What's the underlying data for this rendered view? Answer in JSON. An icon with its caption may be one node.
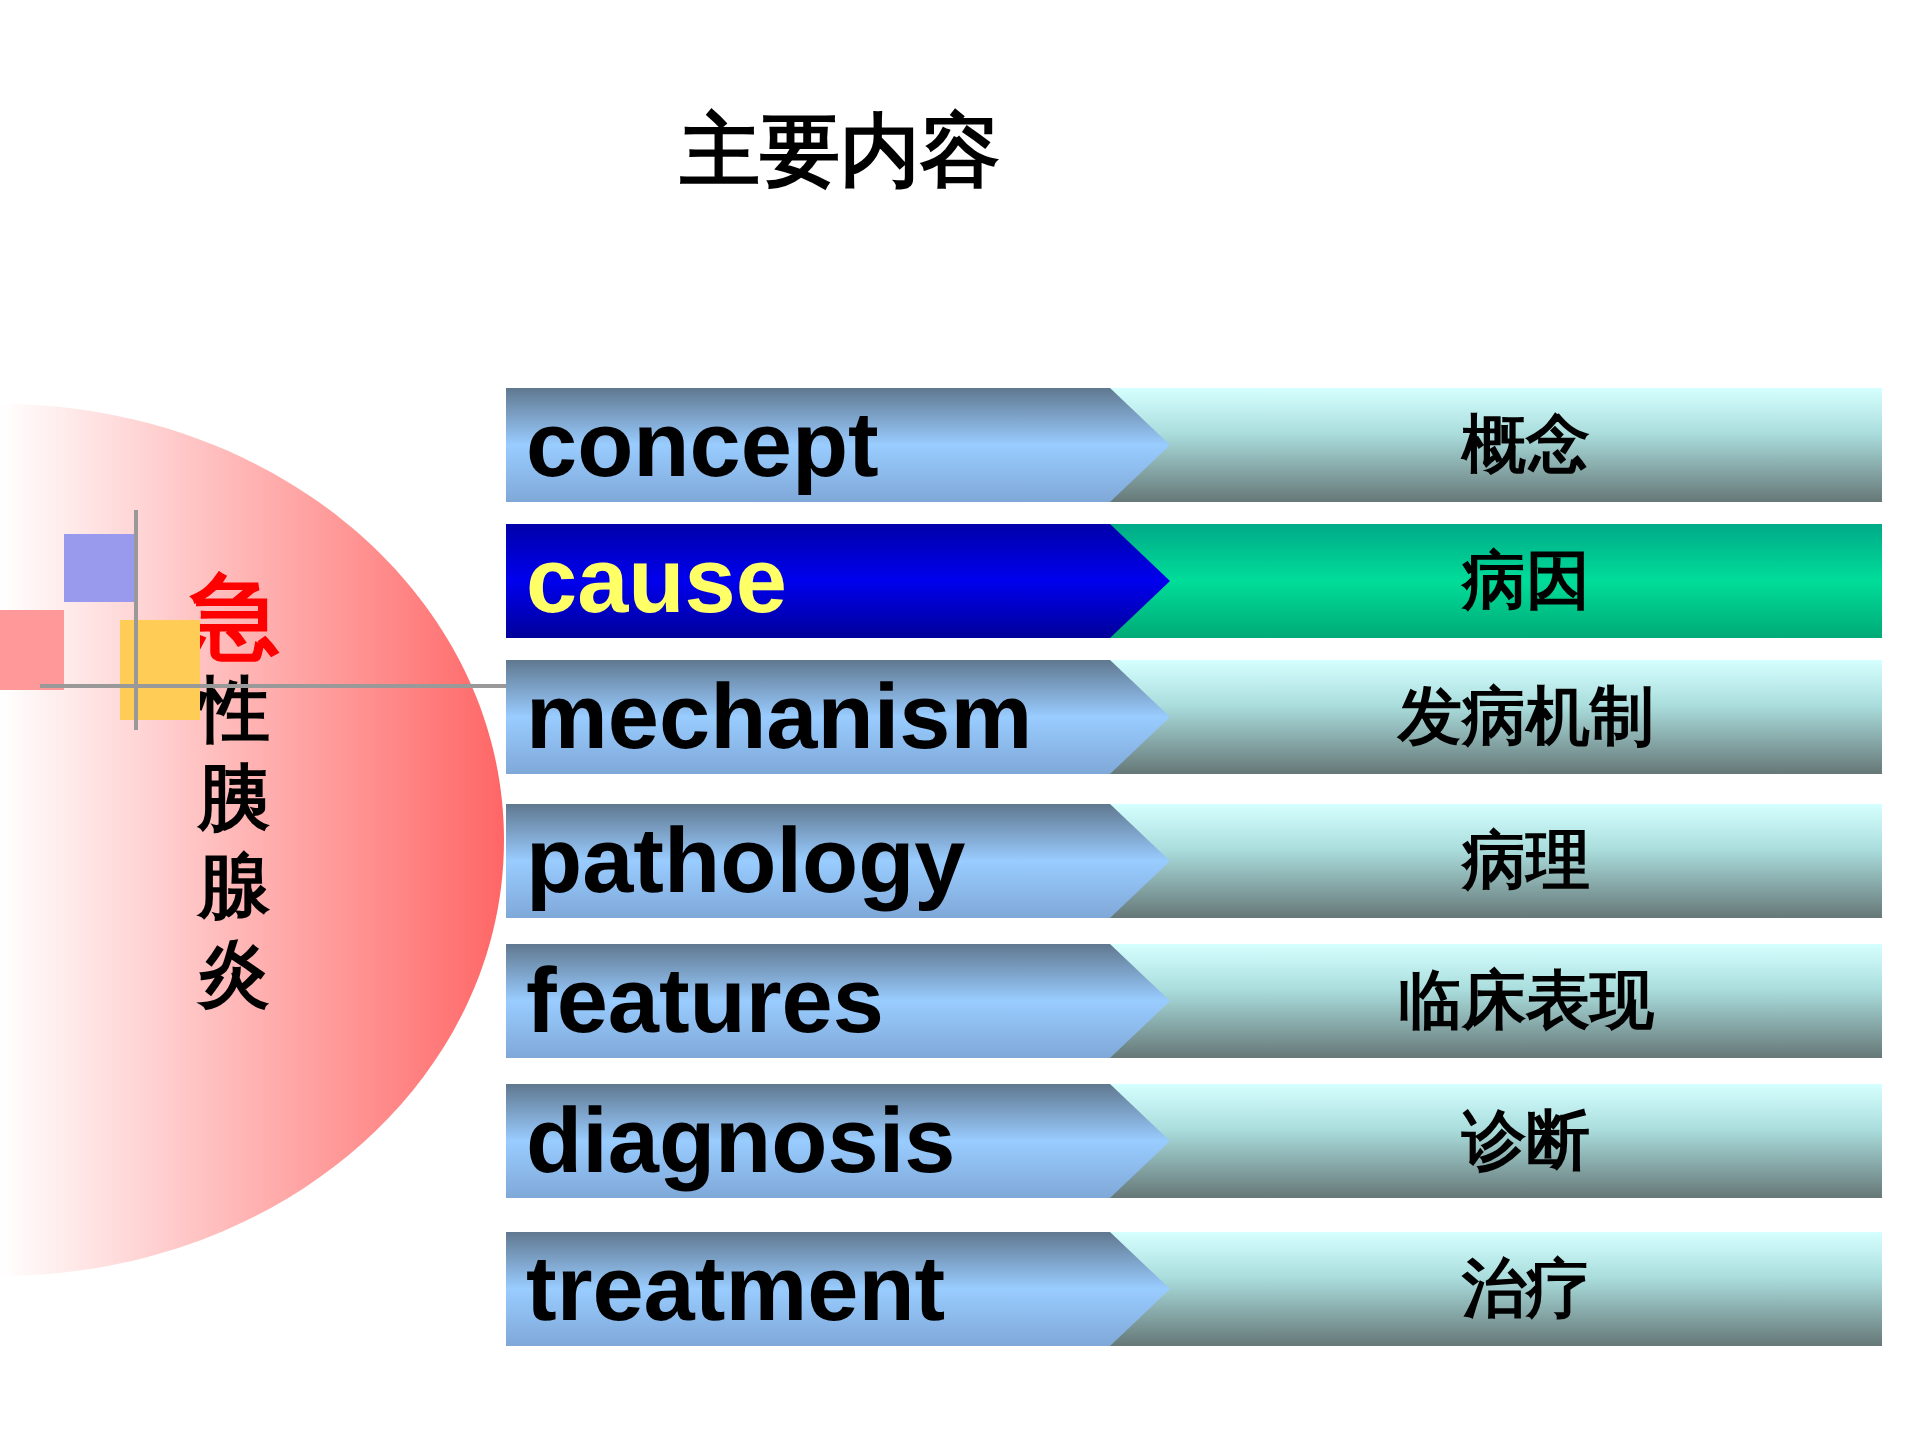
{
  "diagram": {
    "title": "主要内容",
    "nodes": [
      {
        "text": [
          "急性胰腺炎"
        ]
      },
      {
        "text": [
          "concept"
        ]
      },
      {
        "text": [
          "概念"
        ]
      },
      {
        "text": [
          "cause"
        ]
      },
      {
        "text": [
          "病因"
        ]
      },
      {
        "text": [
          "mechanism"
        ]
      },
      {
        "text": [
          "发病机制"
        ]
      },
      {
        "text": [
          "pathology"
        ]
      },
      {
        "text": [
          "病理"
        ]
      },
      {
        "text": [
          "features"
        ]
      },
      {
        "text": [
          "临床表现"
        ]
      },
      {
        "text": [
          "diagnosis"
        ]
      },
      {
        "text": [
          "诊断"
        ]
      },
      {
        "text": [
          "treatment"
        ]
      },
      {
        "text": [
          "治疗"
        ]
      }
    ],
    "edges": []
  }
}
